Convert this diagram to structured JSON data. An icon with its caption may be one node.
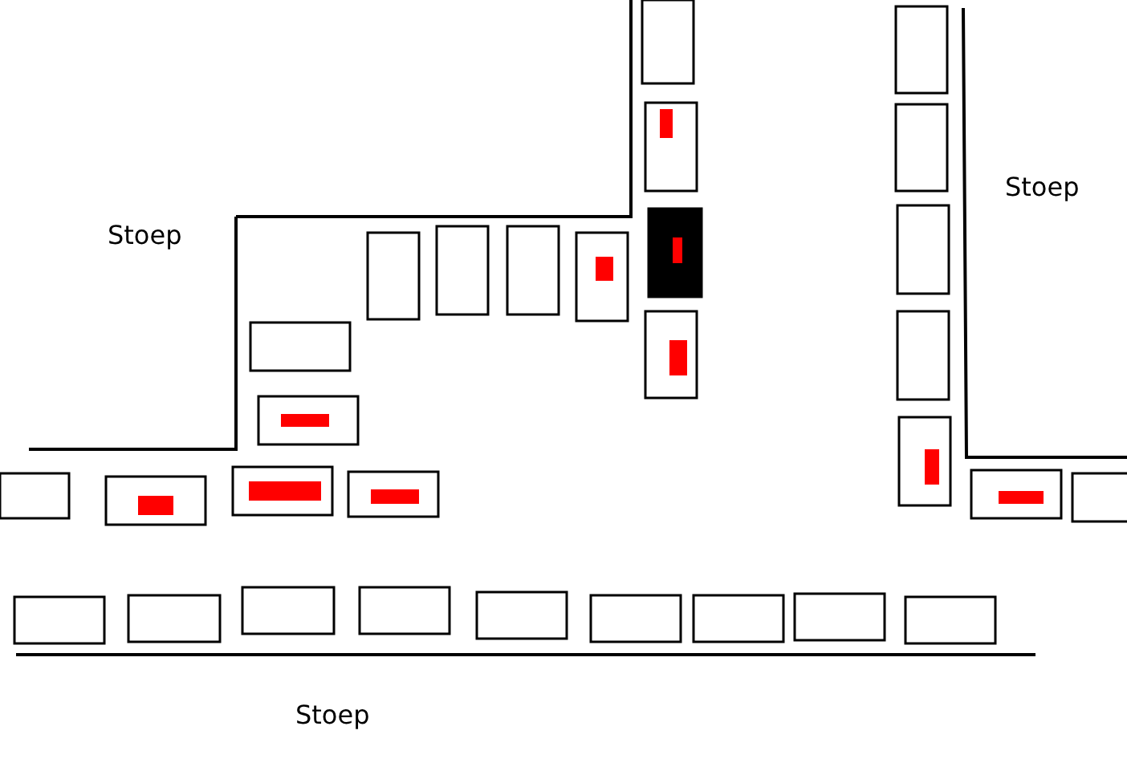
{
  "diagram": {
    "labels": [
      "Stoep",
      "Stoep",
      "Stoep"
    ]
  }
}
